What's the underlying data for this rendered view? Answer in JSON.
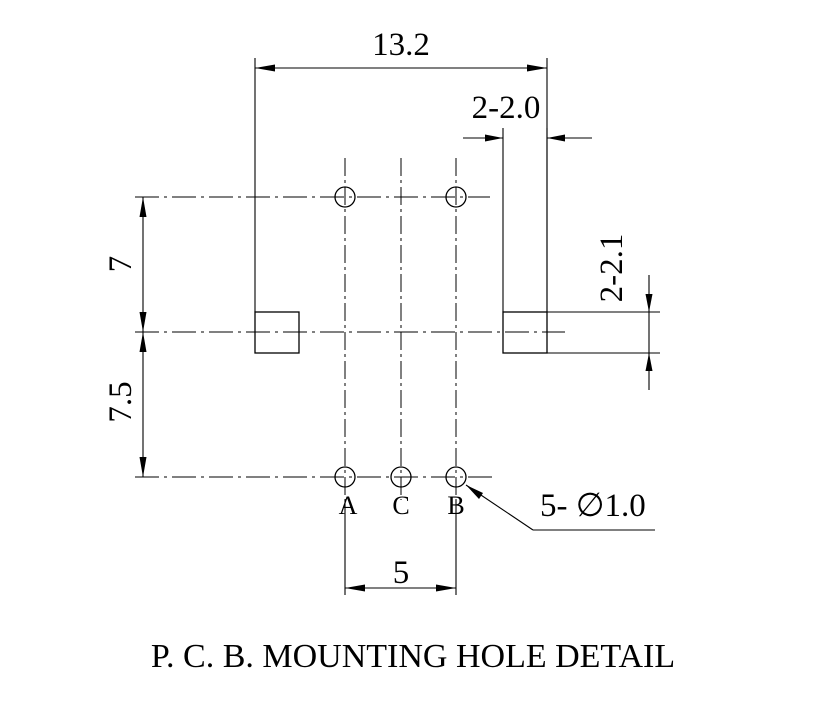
{
  "title": "P. C. B. MOUNTING HOLE DETAIL",
  "dimensions": {
    "overall_width": "13.2",
    "slot_width": "2-2.0",
    "slot_height": "2-2.1",
    "upper_offset": "7",
    "lower_offset": "7.5",
    "pin_pitch": "5",
    "hole_callout": "5- ∅1.0"
  },
  "pin_labels": [
    "A",
    "C",
    "B"
  ]
}
